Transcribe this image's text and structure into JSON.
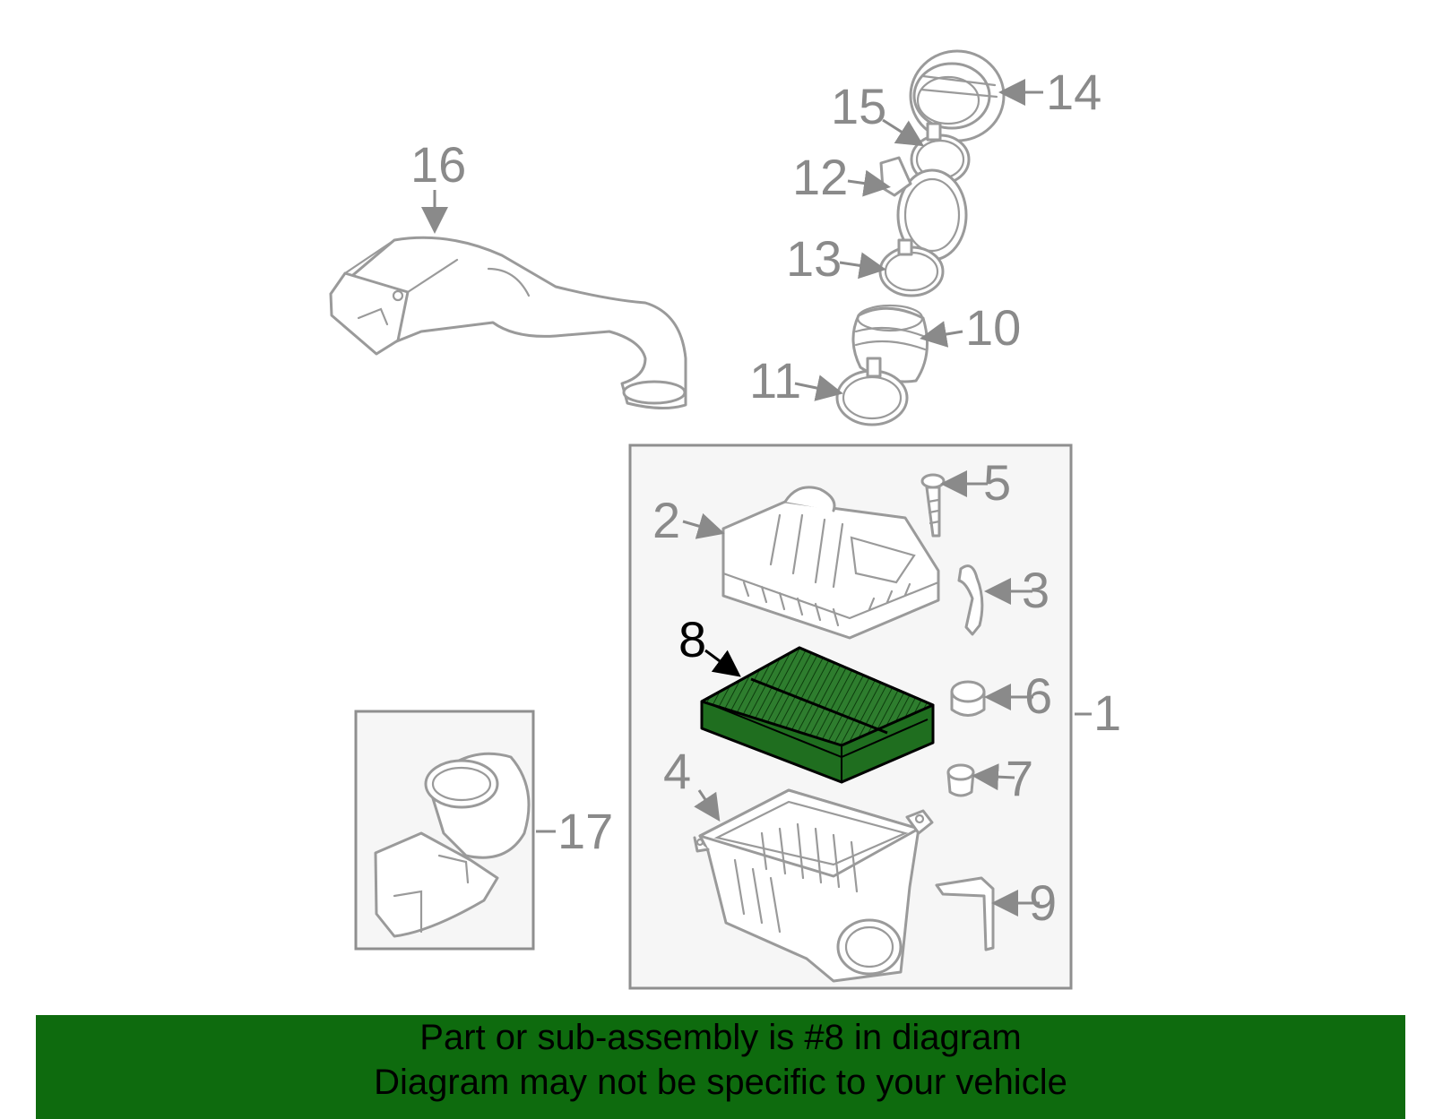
{
  "colors": {
    "banner_background": "#0e6b0e",
    "highlight_part": "#1f6e1f",
    "part_outline": "#9a9a9a",
    "label_text": "#8a8a8a",
    "highlight_label": "#000000"
  },
  "diagram": {
    "highlighted_part": "8",
    "callouts": [
      {
        "id": "1",
        "label": "1"
      },
      {
        "id": "2",
        "label": "2"
      },
      {
        "id": "3",
        "label": "3"
      },
      {
        "id": "4",
        "label": "4"
      },
      {
        "id": "5",
        "label": "5"
      },
      {
        "id": "6",
        "label": "6"
      },
      {
        "id": "7",
        "label": "7"
      },
      {
        "id": "8",
        "label": "8"
      },
      {
        "id": "9",
        "label": "9"
      },
      {
        "id": "10",
        "label": "10"
      },
      {
        "id": "11",
        "label": "11"
      },
      {
        "id": "12",
        "label": "12"
      },
      {
        "id": "13",
        "label": "13"
      },
      {
        "id": "14",
        "label": "14"
      },
      {
        "id": "15",
        "label": "15"
      },
      {
        "id": "16",
        "label": "16"
      },
      {
        "id": "17",
        "label": "17"
      }
    ]
  },
  "banner": {
    "line1": "Part or sub-assembly is #8 in diagram",
    "line2": "Diagram may not be specific to your vehicle"
  }
}
